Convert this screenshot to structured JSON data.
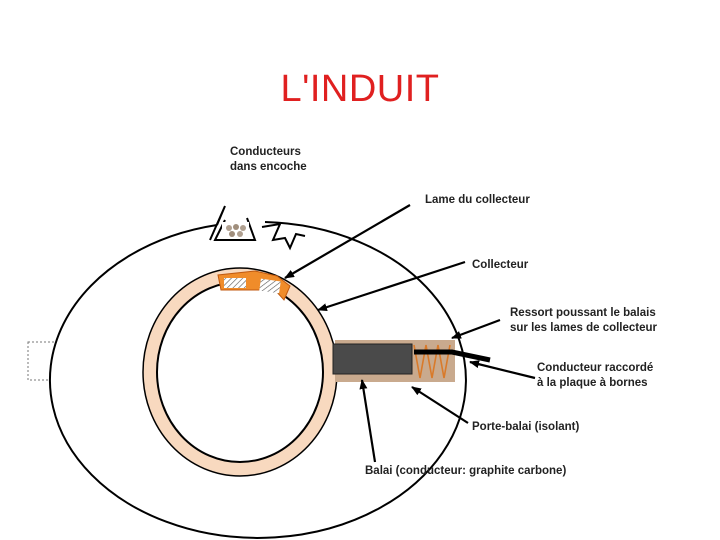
{
  "title": "L'INDUIT",
  "labels": {
    "conducteurs_l1": "Conducteurs",
    "conducteurs_l2": "dans encoche",
    "lame": "Lame du collecteur",
    "collecteur": "Collecteur",
    "ressort_l1": "Ressort poussant le balais",
    "ressort_l2": "sur les lames de collecteur",
    "conducteur_l1": "Conducteur raccordé",
    "conducteur_l2": "à la plaque à bornes",
    "porte_balai": "Porte-balai (isolant)",
    "balai": "Balai (conducteur: graphite carbone)"
  },
  "colors": {
    "title": "#e02020",
    "collector_ring": "#f8d9bf",
    "lame_segment": "#f08c2a",
    "brush": "#4a4a4a",
    "brush_holder": "#c9aa8e",
    "spring": "#d97a2a"
  }
}
